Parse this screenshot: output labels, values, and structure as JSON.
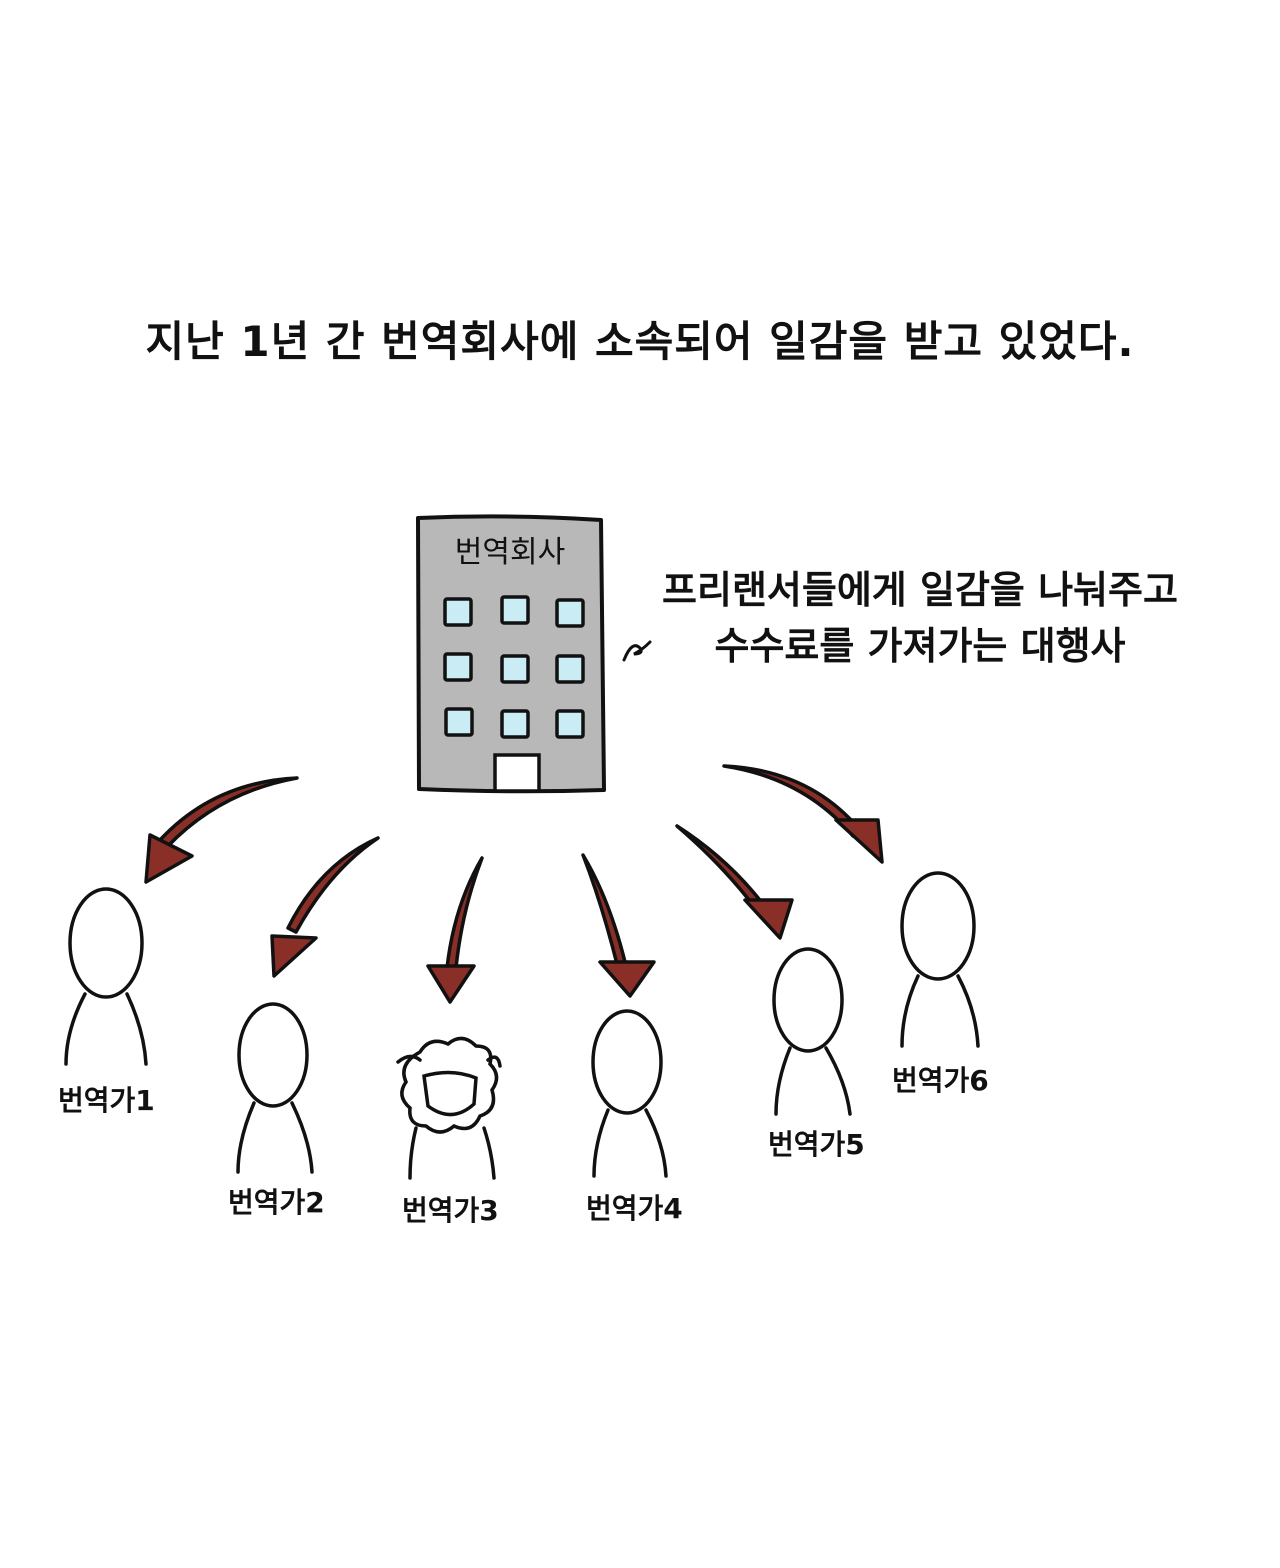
{
  "caption": "지난 1년 간 번역회사에 소속되어 일감을 받고 있었다.",
  "building": {
    "label": "번역회사"
  },
  "annotation": {
    "line1": "프리랜서들에게 일감을 나눠주고",
    "line2": "수수료를 가져가는 대행사"
  },
  "translators": [
    {
      "label": "번역가1",
      "style": "plain"
    },
    {
      "label": "번역가2",
      "style": "plain"
    },
    {
      "label": "번역가3",
      "style": "sheep"
    },
    {
      "label": "번역가4",
      "style": "plain"
    },
    {
      "label": "번역가5",
      "style": "plain"
    },
    {
      "label": "번역가6",
      "style": "plain"
    }
  ],
  "colors": {
    "building": "#b8b8b8",
    "window": "#c9ecf5",
    "arrow": "#8a2f28",
    "outline": "#111111"
  }
}
